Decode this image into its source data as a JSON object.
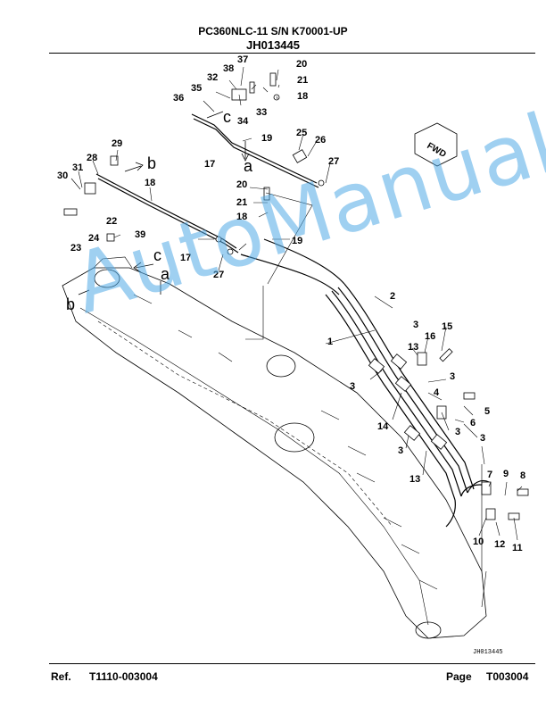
{
  "header": {
    "model_line": "PC360NLC-11 S/N K70001-UP",
    "figure_id": "JH013445"
  },
  "diagram": {
    "fwd_label": "FWD",
    "image_code": "JH013445",
    "callouts": [
      "1",
      "2",
      "3",
      "3",
      "3",
      "3",
      "3",
      "3",
      "3",
      "4",
      "5",
      "6",
      "7",
      "8",
      "9",
      "10",
      "11",
      "12",
      "13",
      "13",
      "14",
      "15",
      "16",
      "17",
      "17",
      "18",
      "18",
      "18",
      "19",
      "19",
      "20",
      "20",
      "21",
      "21",
      "22",
      "23",
      "24",
      "25",
      "26",
      "27",
      "27",
      "28",
      "29",
      "30",
      "31",
      "32",
      "33",
      "34",
      "35",
      "36",
      "37",
      "38",
      "39"
    ],
    "view_letters": [
      "a",
      "a",
      "b",
      "b",
      "c",
      "c"
    ]
  },
  "watermark": "AutoManual",
  "footer": {
    "ref_label": "Ref.",
    "ref_value": "T1110-003004",
    "page_label": "Page",
    "page_value": "T003004"
  }
}
